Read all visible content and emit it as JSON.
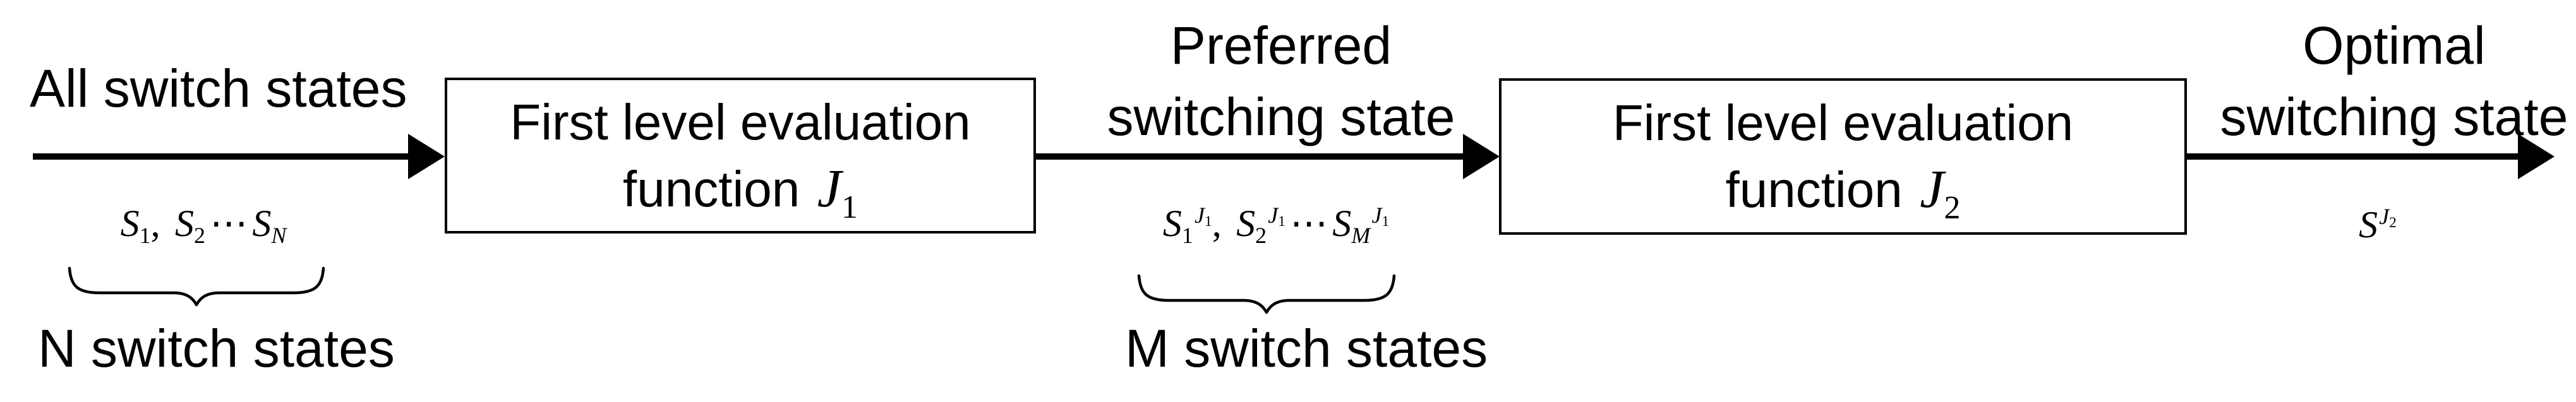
{
  "flow": {
    "input_label": "All switch states",
    "input_count_label": "N switch states",
    "mid_label_line1": "Preferred",
    "mid_label_line2": "switching state",
    "mid_count_label": "M switch states",
    "output_label_line1": "Optimal",
    "output_label_line2": "switching state"
  },
  "box1": {
    "line1": "First level evaluation",
    "line2_word": "function",
    "symbol": "J",
    "symbol_sub": "1"
  },
  "box2": {
    "line1": "First level evaluation",
    "line2_word": "function",
    "symbol": "J",
    "symbol_sub": "2"
  },
  "math": {
    "S": "S",
    "J": "J",
    "one": "1",
    "two": "2",
    "N": "N",
    "M": "M",
    "comma": ",",
    "cdots": "⋯"
  },
  "colors": {
    "ink": "#000000",
    "paper": "#ffffff"
  }
}
